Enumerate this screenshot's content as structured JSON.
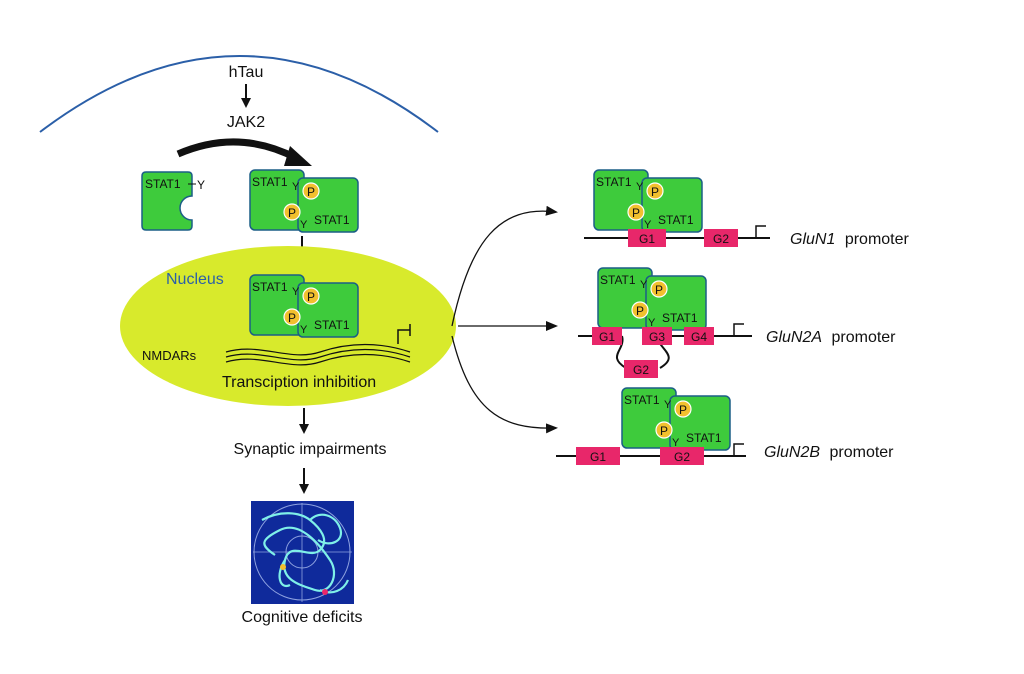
{
  "labels": {
    "htau": "hTau",
    "jak2": "JAK2",
    "stat1": "STAT1",
    "tyr": "Y",
    "phospho": "P",
    "nucleus": "Nucleus",
    "nmdars": "NMDARs",
    "transcription": "Transciption inhibition",
    "synaptic": "Synaptic impairments",
    "cognitive": "Cognitive deficits",
    "promoter_word": "promoter"
  },
  "promoters": [
    {
      "gene": "GluN1",
      "sites": [
        "G1",
        "G2"
      ]
    },
    {
      "gene": "GluN2A",
      "sites": [
        "G1",
        "G2",
        "G3",
        "G4"
      ]
    },
    {
      "gene": "GluN2B",
      "sites": [
        "G1",
        "G2"
      ]
    }
  ],
  "colors": {
    "stat_fill": "#3ecb3c",
    "stat_stroke": "#1b5e86",
    "nucleus_fill": "#d8ea2c",
    "site_fill": "#e8276a",
    "phospho_fill": "#f2c02e",
    "membrane": "#2b5fa8",
    "nucleus_text": "#2b5fa8",
    "maze_bg": "#0f2a9b",
    "maze_path": "#7ff0e8"
  }
}
